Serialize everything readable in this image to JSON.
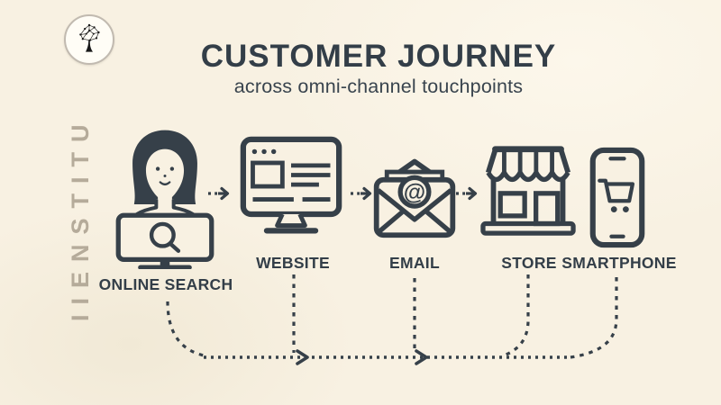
{
  "page": {
    "background_color": "#f8f1e2",
    "ink_color": "#364049",
    "muted_color": "#b5ab9a"
  },
  "branding": {
    "logo_icon": "network-tree-icon",
    "vertical_text": "IIENSTITU"
  },
  "header": {
    "title": "CUSTOMER JOURNEY",
    "subtitle": "across omni-channel touchpoints"
  },
  "journey": {
    "touchpoints": [
      {
        "id": "online-search",
        "label": "ONLINE SEARCH",
        "icon": "woman-at-search-monitor-icon"
      },
      {
        "id": "website",
        "label": "WEBSITE",
        "icon": "browser-monitor-icon"
      },
      {
        "id": "email",
        "label": "EMAIL",
        "icon": "open-envelope-at-icon"
      },
      {
        "id": "store",
        "label": "STORE",
        "icon": "storefront-awning-icon"
      },
      {
        "id": "smartphone",
        "label": "SMARTPHONE",
        "icon": "phone-shopping-cart-icon"
      }
    ],
    "email_at_symbol": "@",
    "flow": {
      "top_arrows": [
        "online-search to website",
        "website to email",
        "email to store"
      ],
      "bottom_path": "online-search to website to email to store to smartphone"
    }
  }
}
